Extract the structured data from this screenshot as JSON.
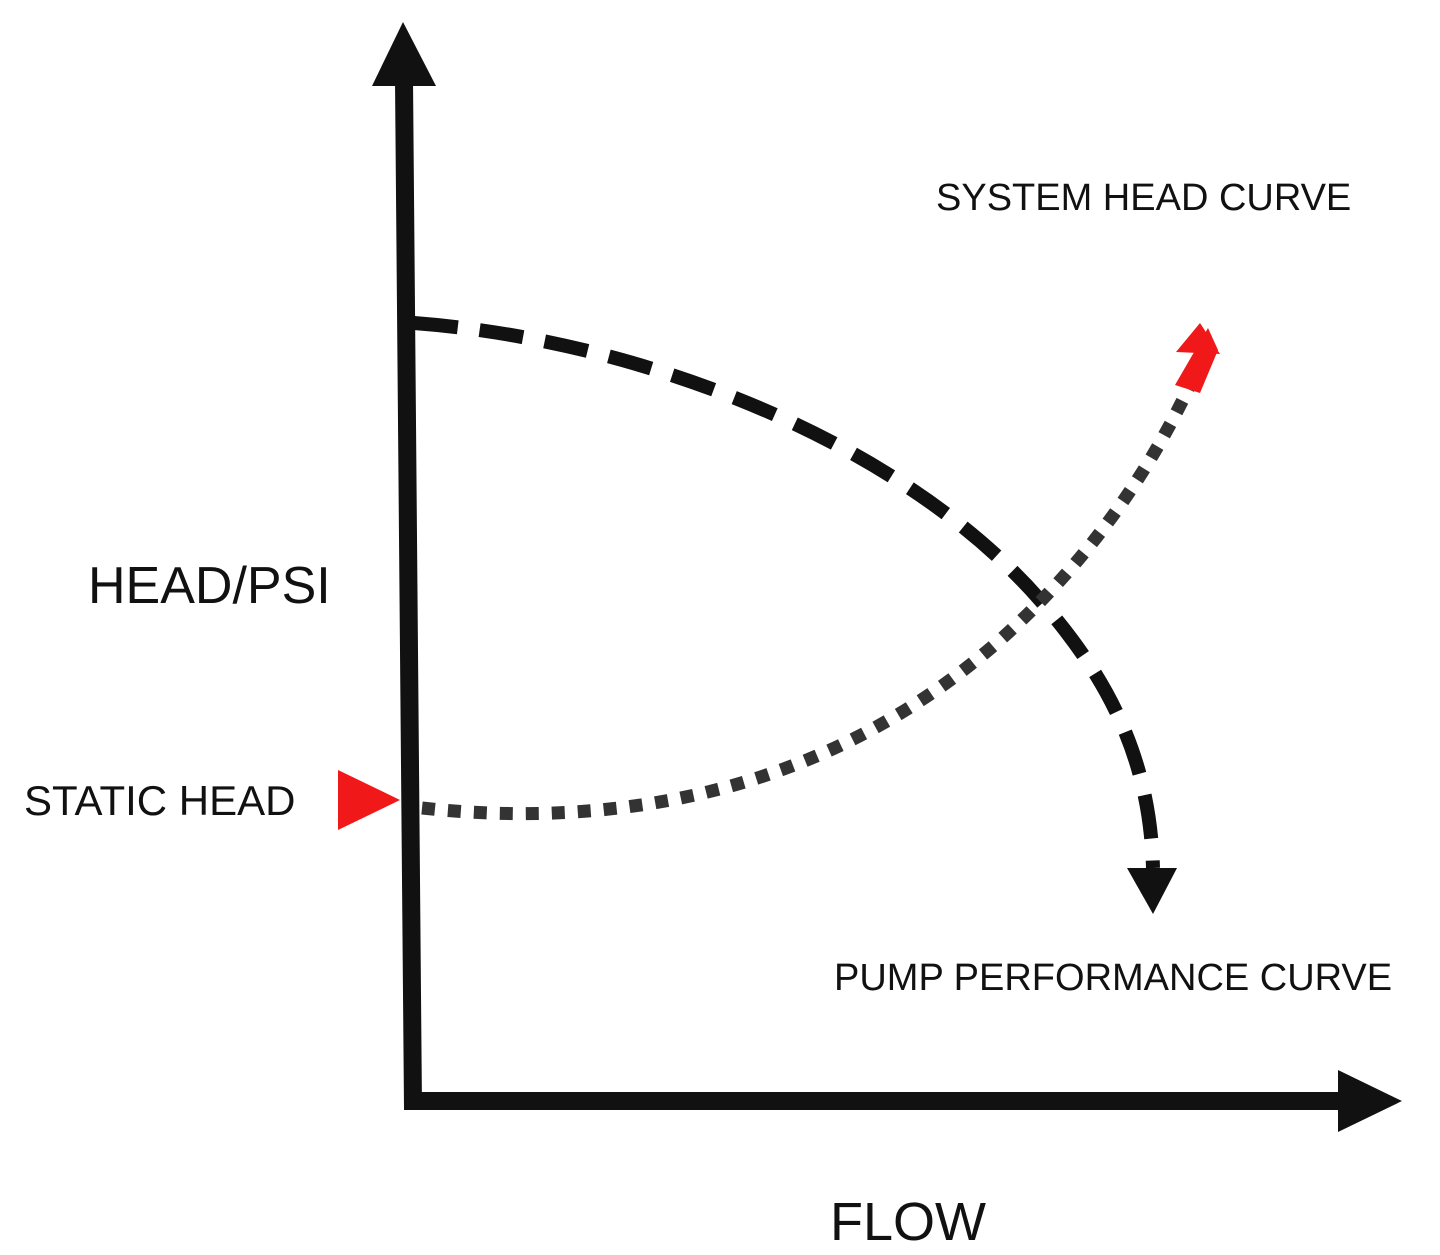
{
  "labels": {
    "y_axis": "HEAD/PSI",
    "x_axis": "FLOW",
    "static_head": "STATIC HEAD",
    "system_curve": "SYSTEM HEAD CURVE",
    "pump_curve": "PUMP PERFORMANCE CURVE"
  },
  "colors": {
    "axis": "#111111",
    "pump_curve": "#111111",
    "system_curve": "#333333",
    "accent": "#f01818"
  }
}
